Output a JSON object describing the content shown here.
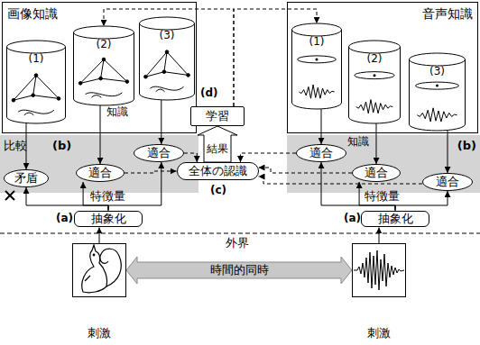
{
  "diagram": {
    "nodes": [
      {
        "text": [
          "画像知識"
        ]
      },
      {
        "text": [
          "(1)"
        ],
        "in": 0
      },
      {
        "text": [
          "(2)"
        ],
        "in": 0
      },
      {
        "text": [
          "(3)"
        ],
        "in": 0
      },
      {
        "text": [
          "音声知識"
        ]
      },
      {
        "text": [
          "(1)"
        ],
        "in": 4
      },
      {
        "text": [
          "(2)"
        ],
        "in": 4
      },
      {
        "text": [
          "(3)"
        ],
        "in": 4
      },
      {
        "text": [
          "学習"
        ]
      },
      {
        "text": [
          "比較",
          "(b)"
        ]
      },
      {
        "text": [
          "矛盾"
        ],
        "in": 9
      },
      {
        "text": [
          "適合"
        ],
        "in": 9
      },
      {
        "text": [
          "適合"
        ],
        "in": 9
      },
      {
        "text": [
          "全体の認識"
        ]
      },
      {
        "text": [
          "(b)"
        ]
      },
      {
        "text": [
          "適合"
        ],
        "in": 14
      },
      {
        "text": [
          "適合"
        ],
        "in": 14
      },
      {
        "text": [
          "適合"
        ],
        "in": 14
      },
      {
        "text": [
          "抽象化"
        ]
      },
      {
        "text": [
          "抽象化"
        ]
      },
      {
        "text": [
          "刺激"
        ]
      },
      {
        "text": [
          "刺激"
        ]
      }
    ],
    "edges": [
      {
        "from": 20,
        "to": 18,
        "arrow": "to"
      },
      {
        "from": 21,
        "to": 19,
        "arrow": "to"
      },
      {
        "from": 18,
        "to": 10,
        "arrow": "to"
      },
      {
        "from": 18,
        "to": 11,
        "arrow": "to"
      },
      {
        "from": 18,
        "to": 12,
        "arrow": "to"
      },
      {
        "from": 19,
        "to": 15,
        "arrow": "to"
      },
      {
        "from": 19,
        "to": 16,
        "arrow": "to"
      },
      {
        "from": 19,
        "to": 17,
        "arrow": "to"
      },
      {
        "from": 1,
        "to": 10,
        "arrow": "to"
      },
      {
        "from": 2,
        "to": 11,
        "arrow": "to"
      },
      {
        "from": 3,
        "to": 12,
        "arrow": "to"
      },
      {
        "from": 5,
        "to": 15,
        "arrow": "to"
      },
      {
        "from": 6,
        "to": 16,
        "arrow": "to"
      },
      {
        "from": 7,
        "to": 17,
        "arrow": "to"
      },
      {
        "from": 11,
        "to": 13,
        "arrow": "to"
      },
      {
        "from": 12,
        "to": 13,
        "arrow": "to"
      },
      {
        "from": 15,
        "to": 13,
        "arrow": "to"
      },
      {
        "from": 16,
        "to": 13,
        "arrow": "to"
      },
      {
        "from": 17,
        "to": 13,
        "arrow": "to"
      },
      {
        "from": 13,
        "to": 8,
        "label": "結果",
        "arrow": "to"
      },
      {
        "from": 8,
        "to": 2,
        "arrow": "to"
      },
      {
        "from": 8,
        "to": 5,
        "arrow": "to"
      },
      {
        "from": 20,
        "to": 21,
        "label": "時間的同時",
        "arrow": "both"
      }
    ],
    "labels": [
      "知識",
      "知識",
      "(d)",
      "(c)",
      "特徴量",
      "特徴量",
      "(a)",
      "(a)",
      "外界"
    ]
  }
}
